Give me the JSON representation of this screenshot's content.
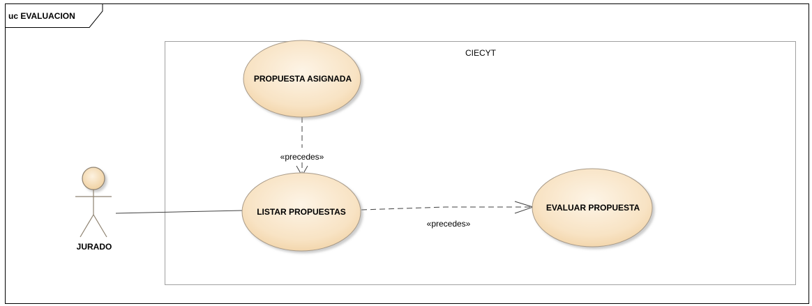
{
  "frame": {
    "title": "uc EVALUACION"
  },
  "system": {
    "name": "CIECYT"
  },
  "actor": {
    "name": "JURADO"
  },
  "use_cases": {
    "propuesta_asignada": "PROPUESTA ASIGNADA",
    "listar_propuestas": "LISTAR PROPUESTAS",
    "evaluar_propuesta": "EVALUAR PROPUESTA"
  },
  "relations": {
    "precedes_1": "«precedes»",
    "precedes_2": "«precedes»"
  },
  "colors": {
    "usecase_fill_light": "#fdf3e3",
    "usecase_fill_dark": "#f3d4a6",
    "usecase_stroke": "#a89a88",
    "boundary_stroke": "#a0a0a0",
    "line": "#404040"
  }
}
